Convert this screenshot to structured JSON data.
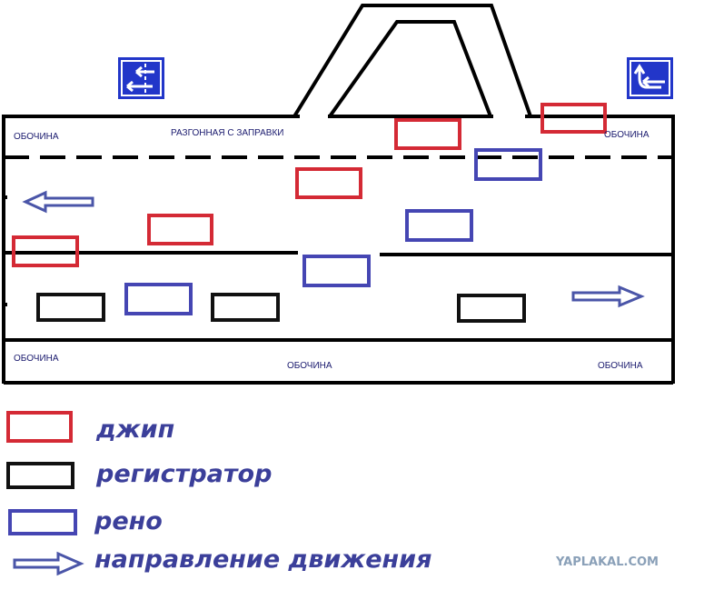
{
  "labels": {
    "shoulder_top_left": "ОБОЧИНА",
    "accel_lane": "РАЗГОННАЯ С ЗАПРАВКИ",
    "shoulder_top_right": "ОБОЧИНА",
    "shoulder_bottom_left": "ОБОЧИНА",
    "shoulder_bottom_center": "ОБОЧИНА",
    "shoulder_bottom_right": "ОБОЧИНА"
  },
  "legend": {
    "jeep": "джип",
    "recorder": "регистратор",
    "renault": "рено",
    "direction": "направление движения"
  },
  "watermark": "YAPLAKAL.COM",
  "colors": {
    "jeep": "#d42a35",
    "recorder": "#111111",
    "renault": "#4546b3",
    "arrow": "#4a55a8",
    "sign_bg": "#2236c9",
    "road_line": "#000000"
  },
  "signs": [
    "lane-merge-left-sign-icon",
    "lane-merge-right-sign-icon"
  ]
}
